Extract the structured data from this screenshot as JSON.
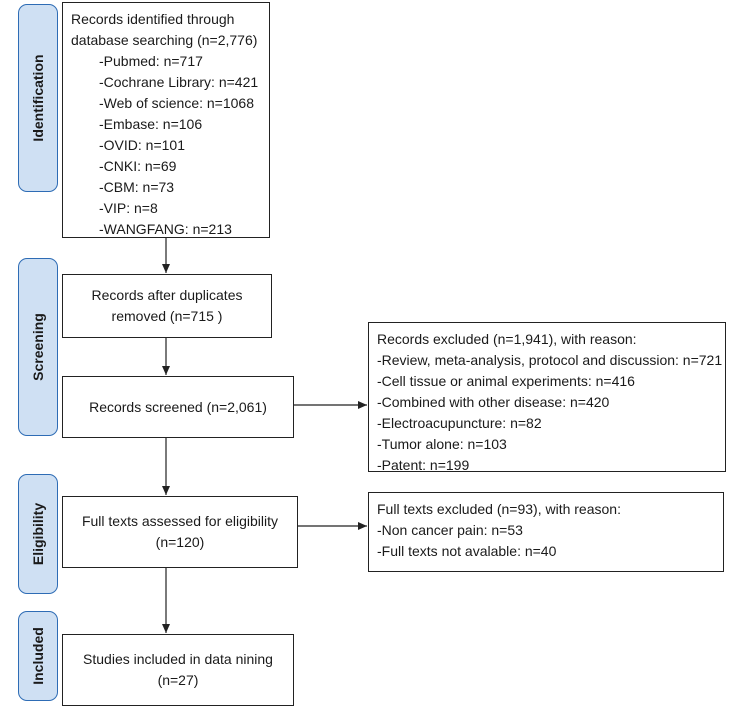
{
  "stages": {
    "identification": "Identification",
    "screening": "Screening",
    "eligibility": "Eligibility",
    "included": "Included"
  },
  "identification_box": {
    "heading_line1": "Records identified through",
    "heading_line2": "database searching (n=2,776)",
    "sources": [
      "-Pubmed: n=717",
      "-Cochrane Library: n=421",
      "-Web of science: n=1068",
      "-Embase: n=106",
      "-OVID: n=101",
      "-CNKI: n=69",
      "-CBM: n=73",
      "-VIP: n=8",
      "-WANGFANG: n=213"
    ]
  },
  "after_duplicates": {
    "line1": "Records after duplicates",
    "line2": "removed (n=715 )"
  },
  "screened": {
    "line1": "Records screened (n=2,061)"
  },
  "records_excluded": {
    "heading": "Records excluded (n=1,941), with reason:",
    "reasons": [
      "-Review, meta-analysis, protocol and discussion: n=721",
      "-Cell tissue or animal experiments: n=416",
      "-Combined with other disease: n=420",
      "-Electroacupuncture: n=82",
      "-Tumor alone: n=103",
      "-Patent: n=199"
    ]
  },
  "full_texts": {
    "line1": "Full texts assessed for eligibility",
    "line2": "(n=120)"
  },
  "full_texts_excluded": {
    "heading": "Full texts excluded (n=93), with reason:",
    "reasons": [
      "-Non cancer pain: n=53",
      "-Full texts not avalable: n=40"
    ]
  },
  "included_box": {
    "line1": "Studies included in data nining",
    "line2": "(n=27)"
  }
}
